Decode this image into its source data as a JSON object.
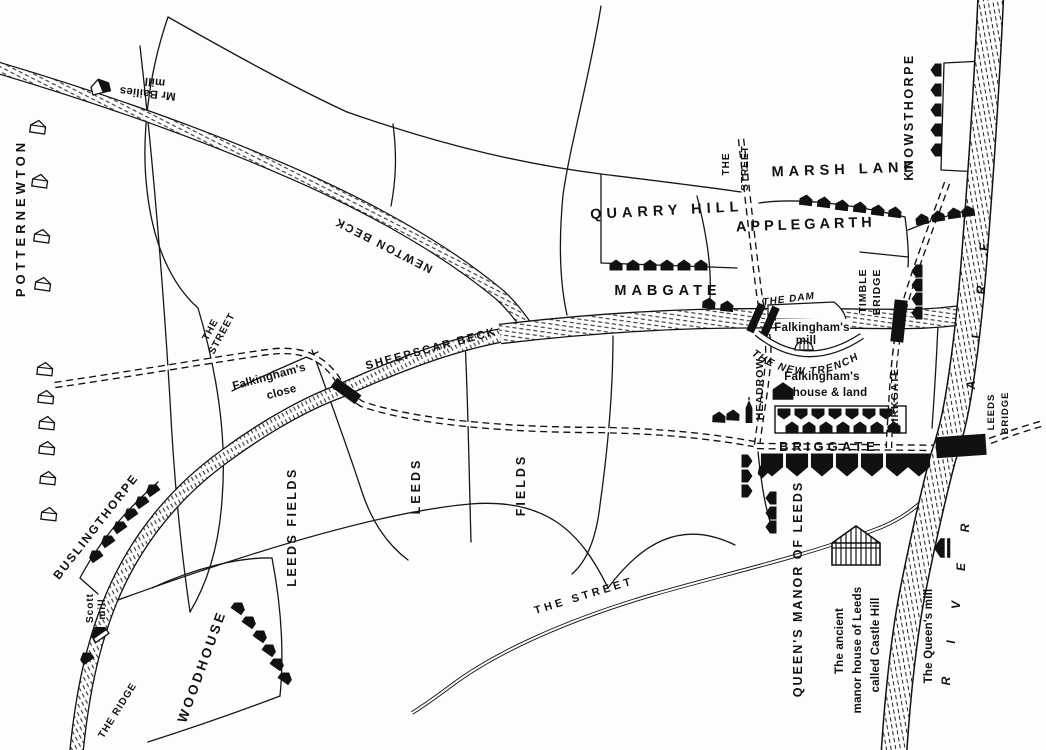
{
  "labels": {
    "potternewton": "POTTERNEWTON",
    "mr_bailies_line1": "Mr Bailies",
    "mr_bailies_line2": "mill",
    "newton_beck": "NEWTON BECK",
    "sheepscar_beck": "SHEEPSCAR BECK",
    "the_street_top_1": "THE",
    "the_street_top_2": "STREET",
    "the_street_west_1": "THE",
    "the_street_west_2": "STREET",
    "the_street_south": "THE STREET",
    "quarry_hill": "QUARRY HILL",
    "mabgate": "MABGATE",
    "marsh_lane": "MARSH LANE",
    "applegarth": "APPLEGARTH",
    "knowsthorpe": "KNOWSTHORPE",
    "the_dam": "THE DAM",
    "falkinghams_mill_1": "Falkingham's",
    "falkinghams_mill_2": "mill",
    "the_new_trench": "THE NEW TRENCH",
    "timble_bridge_1": "TIMBLE",
    "timble_bridge_2": "BRIDGE",
    "falkinghams_house_1": "Falkingham's",
    "falkinghams_house_2": "house & land",
    "headrow": "HEADROW",
    "kirkgate": "KIRKGATE",
    "briggate": "BRIGGATE",
    "leeds_bridge_1": "LEEDS",
    "leeds_bridge_2": "BRIDGE",
    "falkinghams_close_1": "Falkingham's",
    "falkinghams_close_2": "close",
    "buslingthorpe": "BUSLINGTHORPE",
    "scott_mill_1": "Scott",
    "scott_mill_2": "mill",
    "woodhouse": "WOODHOUSE",
    "the_ridge": "THE RIDGE",
    "leeds_fields": "LEEDS FIELDS",
    "leeds_center": "LEEDS",
    "fields_center": "FIELDS",
    "queens_manor": "QUEEN'S MANOR OF LEEDS",
    "ancient_manor_1": "The ancient",
    "ancient_manor_2": "manor house of Leeds",
    "ancient_manor_3": "called Castle Hill",
    "queens_mill": "The Queen's mill"
  },
  "river": {
    "name": "RIVER AIRE",
    "letters_top_to_bottom": [
      "E",
      "R",
      "I",
      "A",
      "R",
      "E",
      "V",
      "I",
      "R"
    ]
  },
  "colors": {
    "ink": "#111111",
    "paper": "#fdfdfc"
  }
}
